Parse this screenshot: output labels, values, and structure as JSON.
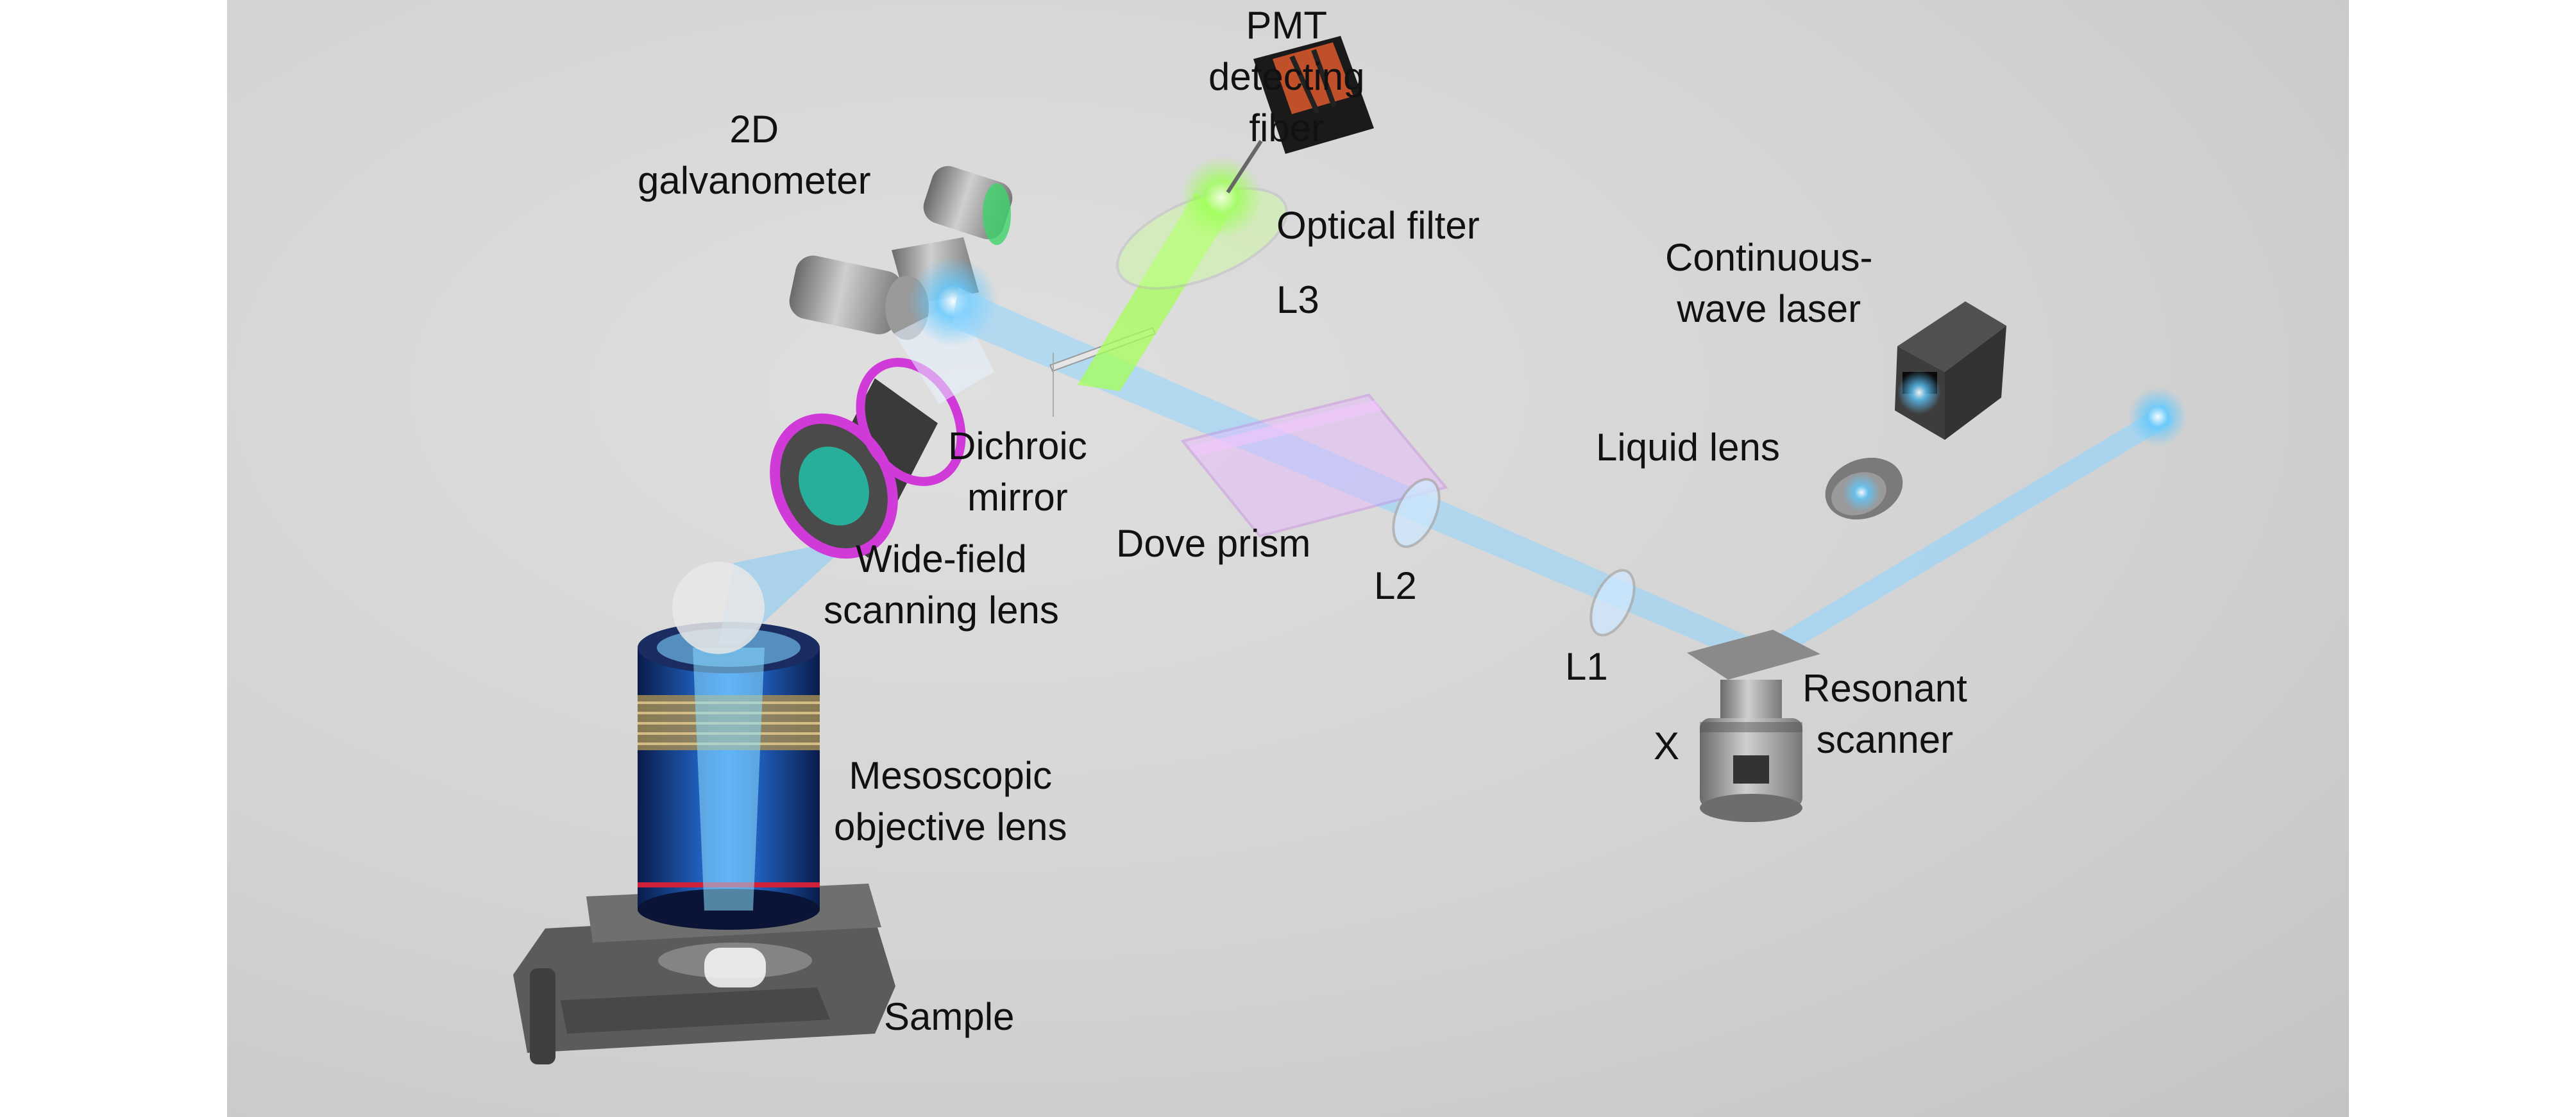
{
  "labels": {
    "pmt": [
      "PMT",
      "detecting",
      "fiber"
    ],
    "galvo": [
      "2D",
      "galvanometer"
    ],
    "filter": [
      "Optical filter"
    ],
    "l3": [
      "L3"
    ],
    "cw_laser": [
      "Continuous-",
      "wave laser"
    ],
    "liquid_lens": [
      "Liquid lens"
    ],
    "dichroic": [
      "Dichroic",
      "mirror"
    ],
    "dove": [
      "Dove prism"
    ],
    "l2": [
      "L2"
    ],
    "widefield": [
      "Wide-field",
      "scanning lens"
    ],
    "l1": [
      "L1"
    ],
    "resonant": [
      "Resonant",
      "scanner"
    ],
    "x": [
      "X"
    ],
    "objective": [
      "Mesoscopic",
      "objective lens"
    ],
    "sample": [
      "Sample"
    ]
  },
  "colors": {
    "beam_blue": "#6fc8ff",
    "fluorescence_green": "#a6ff5a",
    "objective_blue": "#1f6ee0",
    "accent_magenta": "#d03ad8",
    "pmt_orange": "#c0502a"
  }
}
